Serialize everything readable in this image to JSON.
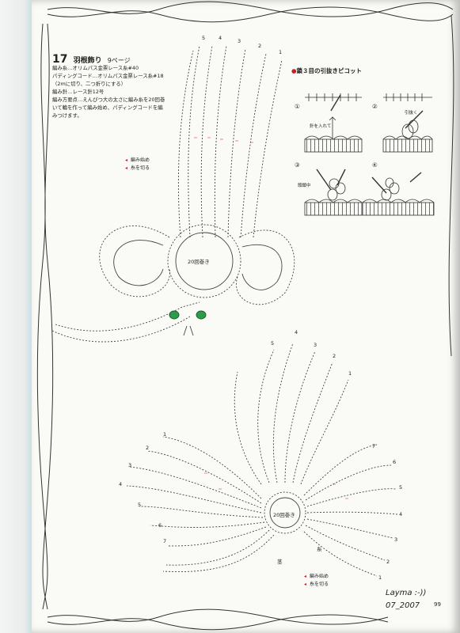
{
  "header": {
    "pattern_number": "17",
    "title": "羽根飾り",
    "page_ref": "9ページ"
  },
  "materials": [
    "編み糸…オリムパス金票レース糸#40",
    "パディングコード…オリムパス金票レース糸#18",
    "（2mに切り、二つ折りにする）",
    "編み針…レース針12号",
    "編み方要点…えんぴつ大の太さに編み糸を20回巻",
    "いて輪を作って編み始め、パディングコードを編",
    "みつけます。"
  ],
  "legend_top": [
    {
      "mark": "◂",
      "text": "編み始め"
    },
    {
      "mark": "◂",
      "text": "糸を切る"
    }
  ],
  "legend_bottom": [
    {
      "mark": "◂",
      "text": "編み始め"
    },
    {
      "mark": "◂",
      "text": "糸を切る"
    }
  ],
  "picot_section": {
    "title": "鎖３目の引抜きピコット",
    "steps": [
      {
        "num": "①",
        "note": "針を入れて"
      },
      {
        "num": "②",
        "note": "引抜く"
      },
      {
        "num": "③",
        "note": "頭鎖中"
      },
      {
        "num": "④",
        "note": ""
      }
    ]
  },
  "diagram_top": {
    "center_label": "20回巻き",
    "feather_numbers": [
      "5",
      "4",
      "3",
      "2",
      "1"
    ]
  },
  "diagram_bottom": {
    "feather_numbers_top": [
      "5",
      "4",
      "3",
      "2",
      "1"
    ],
    "feather_numbers_left": [
      "1",
      "2",
      "3",
      "4",
      "5",
      "6",
      "7"
    ],
    "feather_numbers_right": [
      "7",
      "6",
      "5",
      "4",
      "3",
      "2",
      "1"
    ],
    "center_label": "20回巻き",
    "stem_label": "茎",
    "thread_label": "糸"
  },
  "credit": {
    "line1": "Layma :-))",
    "line2": "07_2007"
  },
  "page_number": "99",
  "colors": {
    "background": "#6fb7c4",
    "paper": "#fafaf6",
    "ink": "#222222",
    "accent_red": "#c81e2a",
    "eye_green": "#2e9b4a"
  }
}
